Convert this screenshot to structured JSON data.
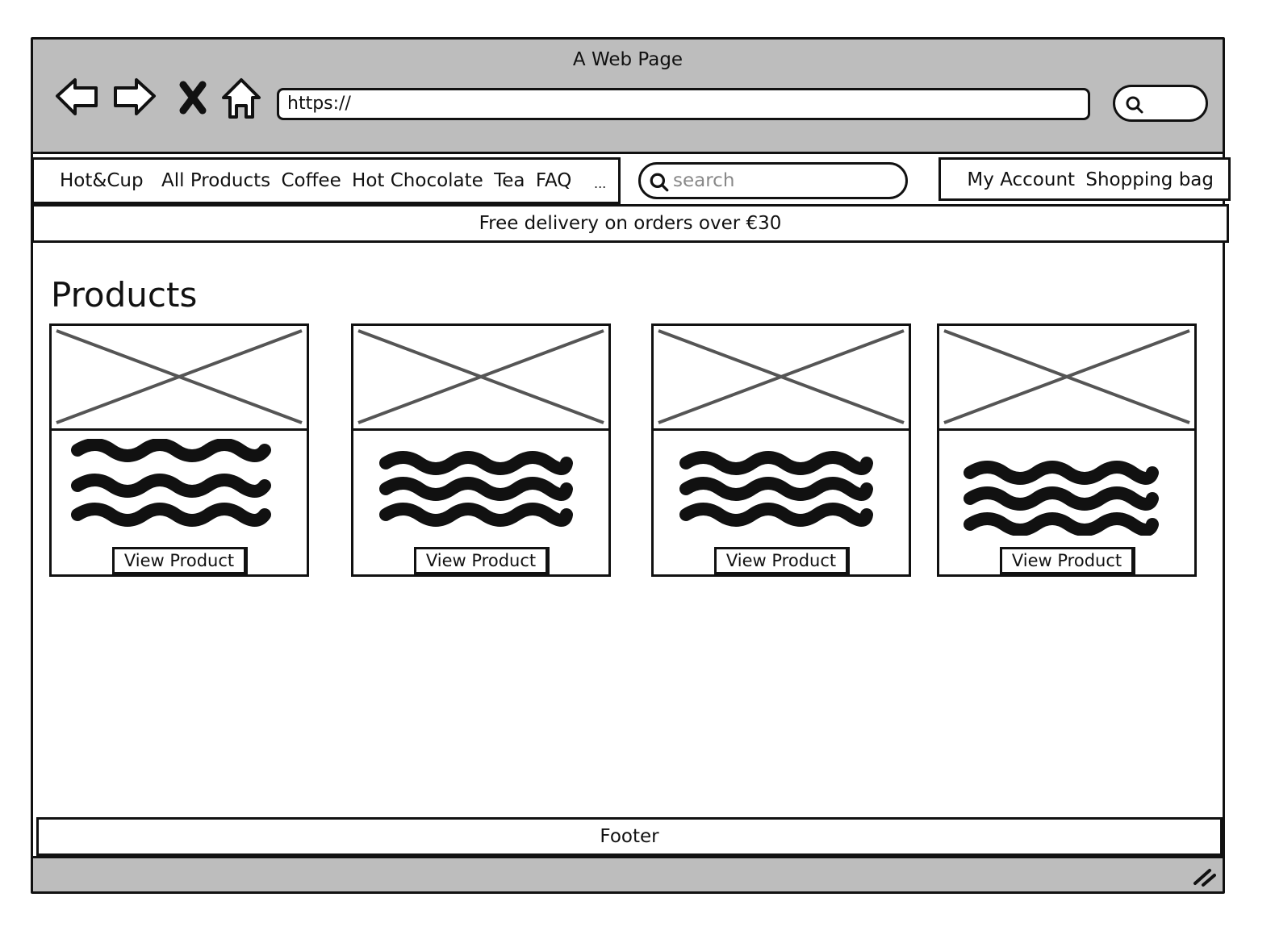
{
  "browser": {
    "title": "A Web Page",
    "url": "https://",
    "icons": {
      "back": "arrow-left-icon",
      "forward": "arrow-right-icon",
      "stop": "close-icon",
      "home": "home-icon",
      "search": "search-icon",
      "resize": "resize-grip-icon"
    }
  },
  "header": {
    "brand": "Hot&Cup",
    "nav": [
      "All Products",
      "Coffee",
      "Hot Chocolate",
      "Tea",
      "FAQ"
    ],
    "more": "...",
    "search_placeholder": "search",
    "account": "My Account",
    "bag": "Shopping bag"
  },
  "promo": "Free delivery on orders over €30",
  "main": {
    "title": "Products",
    "products": [
      {
        "button": "View Product"
      },
      {
        "button": "View Product"
      },
      {
        "button": "View Product"
      },
      {
        "button": "View Product"
      }
    ]
  },
  "footer": "Footer"
}
